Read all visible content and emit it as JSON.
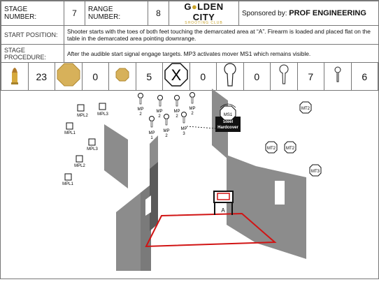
{
  "header": {
    "stage_label": "STAGE NUMBER:",
    "stage_number": "7",
    "range_label": "RANGE NUMBER:",
    "range_number": "8",
    "logo_text_a": "G",
    "logo_text_b": "LDEN CITY",
    "logo_sub": "SHOOTING CLUB",
    "sponsor_label": "Sponsored by:",
    "sponsor_name": "PROF ENGINEERING"
  },
  "start_position": {
    "label": "START POSITION:",
    "text": "Shooter starts with the toes of both feet touching the demarcated area at “A”. Firearm is loaded and placed flat on the table in the demarcated area pointing downrange."
  },
  "stage_procedure": {
    "label": "STAGE PROCEDURE:",
    "text": "After the audible start signal engage targets. MP3 activates mover MS1 which remains visible."
  },
  "counts": {
    "rounds": "23",
    "octagon_large": "0",
    "octagon_small": "5",
    "no_shoot": "0",
    "popper_large": "0",
    "popper_medium": "7",
    "popper_small": "6",
    "no_shoot_symbol": "X"
  },
  "scene": {
    "targets": {
      "mpl2_top": "MPL2",
      "mpl3_top": "MPL3",
      "mpl1_top": "MPL1",
      "mpl3_mid": "MPL3",
      "mpl2_mid": "MPL2",
      "mpl1_bot": "MPL1",
      "mp2_a": "MP",
      "mp2_a_n": "2",
      "mp2_b": "MP",
      "mp2_b_n": "2",
      "mp2_c": "MP",
      "mp2_c_n": "2",
      "mp2_d": "MP",
      "mp2_d_n": "2",
      "mp1": "MP",
      "mp1_n": "1",
      "mp2_e": "MP",
      "mp2_e_n": "2",
      "mp3": "MP",
      "mp3_n": "3",
      "ms1": "MS1",
      "mt2_a": "MT2",
      "mt2_b": "MT2",
      "mt2_c": "MT2",
      "mt3": "MT3"
    },
    "hardcover_line1": "Steel",
    "hardcover_line2": "Hardcover",
    "table_label": "A"
  },
  "colors": {
    "wall": "#8c8c8c",
    "wall_dark": "#5a5a5a",
    "shooting_box": "#d11414",
    "logo_gold": "#c9a227"
  }
}
